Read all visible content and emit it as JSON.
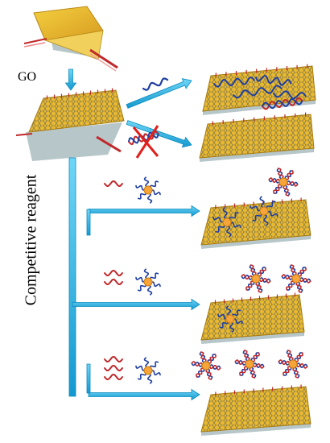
{
  "labels": {
    "go": "GO",
    "competitive_reagent": "Competitive reagent"
  },
  "colors": {
    "arrow": "#1fb5e8",
    "arrow_edge": "#0d8cc0",
    "graphene_gold": "#e8b830",
    "graphene_side": "#b7c7c9",
    "lattice": "#6a6a55",
    "nanoparticle": "#f5a53a",
    "ssdna_blue": "#1f3fa0",
    "strand_red": "#c0282a",
    "cross_red": "#e0201c"
  },
  "rows": [
    {
      "name": "row-single",
      "reagent_strands": 1
    },
    {
      "name": "row-double",
      "reagent_strands": 2
    },
    {
      "name": "row-triple",
      "reagent_strands": 3
    }
  ]
}
